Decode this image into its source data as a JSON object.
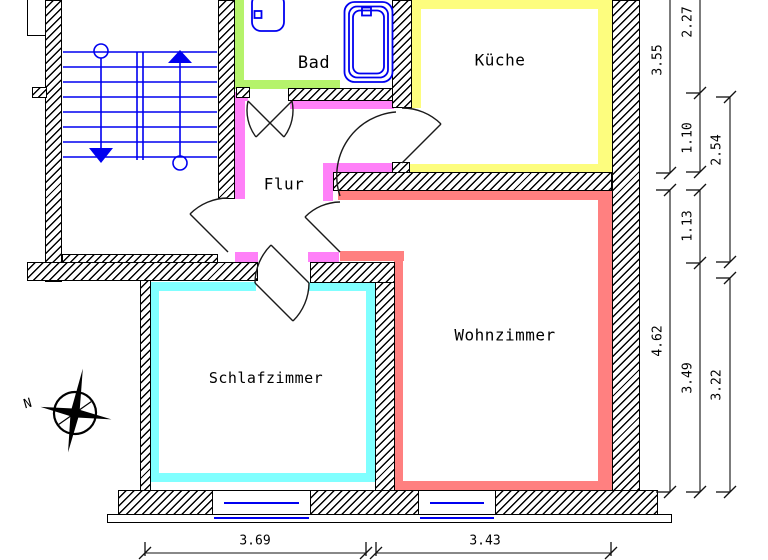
{
  "drawing": {
    "type": "floor-plan",
    "compass": {
      "north_label": "N"
    }
  },
  "rooms": {
    "bad": {
      "label": "Bad",
      "color": "#b5f36b"
    },
    "kueche": {
      "label": "Küche",
      "color": "#fdfd7e"
    },
    "flur": {
      "label": "Flur",
      "color": "#ff80f8"
    },
    "wohnzimmer": {
      "label": "Wohnzimmer",
      "color": "#ff8080"
    },
    "schlafzimmer": {
      "label": "Schlafzimmer",
      "color": "#80ffff"
    }
  },
  "colors": {
    "walls": "#000000",
    "fixtures_and_stairs": "#0000f0",
    "dimension_lines": "#111111"
  },
  "dimensions": {
    "right_col_a": {
      "d1": "3.55",
      "d2": "4.62"
    },
    "right_col_b": {
      "d1": "2.27",
      "d2": "1.10",
      "d3": "1.13",
      "d4": "3.49"
    },
    "right_col_c": {
      "d1": "2.54",
      "d2": "3.22"
    },
    "bottom": {
      "d1": "3.69",
      "d2": "3.43"
    }
  }
}
